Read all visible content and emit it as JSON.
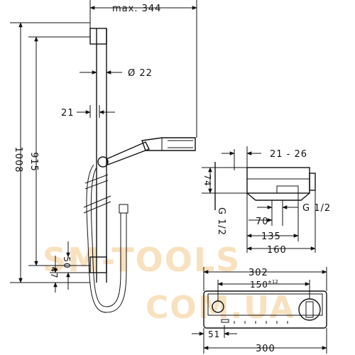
{
  "dimensions": {
    "max_reach": "max. 344",
    "bar_diameter": "Ø 22",
    "bar_offset": "21",
    "total_height": "1008",
    "mount_height": "915",
    "lower_47": "47",
    "lower_50": "50",
    "thermo_depth_range": "21 - 26",
    "thermo_height": "74",
    "inlet_left": "G 1/2",
    "inlet_right": "G 1/2",
    "thermo_70": "70",
    "thermo_135": "135",
    "thermo_160": "160",
    "front_width_top": "302",
    "front_spacing": "150",
    "front_spacing_tol": "±12",
    "front_offset": "51",
    "front_width_bottom": "300"
  },
  "watermark": {
    "line1": "SM-TOOLS",
    "line2": "COM.UA"
  }
}
